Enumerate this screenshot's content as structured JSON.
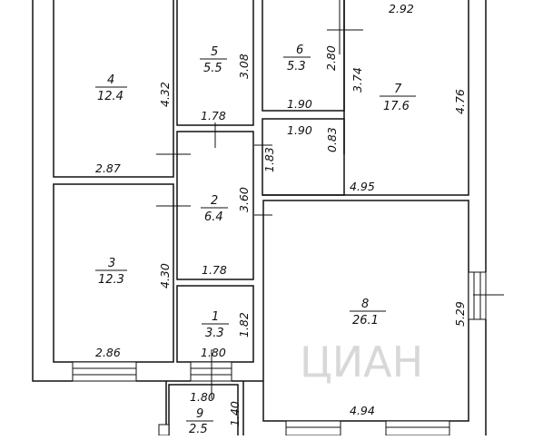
{
  "watermark": "ЦИАН",
  "rooms": [
    {
      "id": "room-4",
      "number": "4",
      "area": "12.4"
    },
    {
      "id": "room-5",
      "number": "5",
      "area": "5.5"
    },
    {
      "id": "room-6",
      "number": "6",
      "area": "5.3"
    },
    {
      "id": "room-7",
      "number": "7",
      "area": "17.6"
    },
    {
      "id": "room-2",
      "number": "2",
      "area": "6.4"
    },
    {
      "id": "room-3",
      "number": "3",
      "area": "12.3"
    },
    {
      "id": "room-1",
      "number": "1",
      "area": "3.3"
    },
    {
      "id": "room-8",
      "number": "8",
      "area": "26.1"
    },
    {
      "id": "room-9",
      "number": "9",
      "area": "2.5"
    }
  ],
  "dimensions": {
    "d_4_32": "4.32",
    "d_2_87": "2.87",
    "d_3_08": "3.08",
    "d_1_78_top": "1.78",
    "d_2_80": "2.80",
    "d_1_90_a": "1.90",
    "d_3_74": "3.74",
    "d_2_92": "2.92",
    "d_4_76": "4.76",
    "d_1_90_b": "1.90",
    "d_0_83": "0.83",
    "d_1_83": "1.83",
    "d_4_95": "4.95",
    "d_3_60": "3.60",
    "d_1_78_mid": "1.78",
    "d_4_30": "4.30",
    "d_2_86": "2.86",
    "d_1_82": "1.82",
    "d_1_80_a": "1.80",
    "d_5_29": "5.29",
    "d_1_80_b": "1.80",
    "d_1_40": "1.40",
    "d_4_94": "4.94"
  }
}
